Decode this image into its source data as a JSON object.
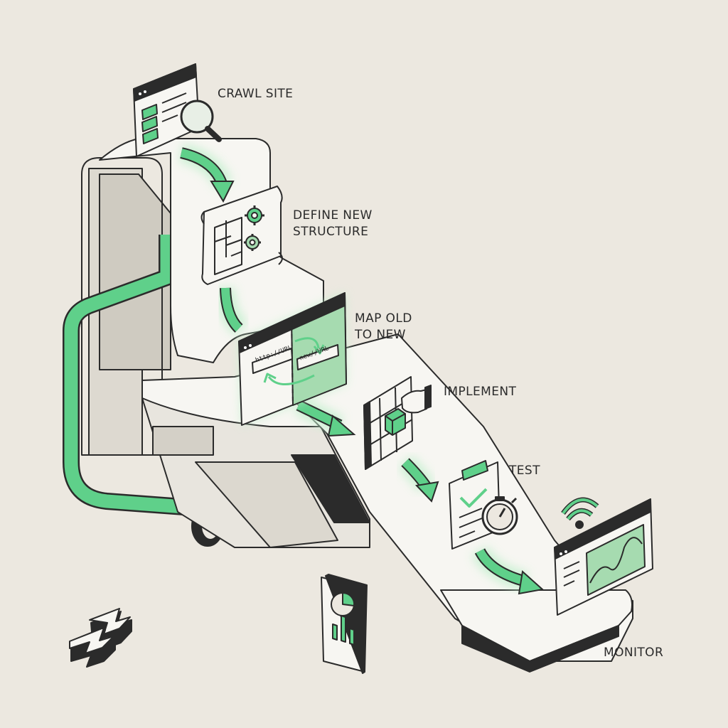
{
  "colors": {
    "background": "#ece8e0",
    "accent_green": "#5fd08a",
    "light_green": "#a6dbb0",
    "ink": "#2b2b2b",
    "surface": "#f7f6f2"
  },
  "steps": [
    {
      "lines": [
        "CRAWL SITE"
      ],
      "icon": "browser-magnifier-icon"
    },
    {
      "lines": [
        "DEFINE NEW",
        "STRUCTURE"
      ],
      "icon": "blueprint-gears-icon"
    },
    {
      "lines": [
        "MAP OLD",
        "TO NEW"
      ],
      "icon": "url-redirect-icon"
    },
    {
      "lines": [
        "IMPLEMENT"
      ],
      "icon": "hand-placing-block-icon"
    },
    {
      "lines": [
        "TEST"
      ],
      "icon": "clipboard-stopwatch-icon"
    },
    {
      "lines": [
        "MONITOR"
      ],
      "icon": "dashboard-monitor-icon"
    }
  ],
  "url_cards": {
    "old": "http://URL",
    "new": "new//URL"
  }
}
